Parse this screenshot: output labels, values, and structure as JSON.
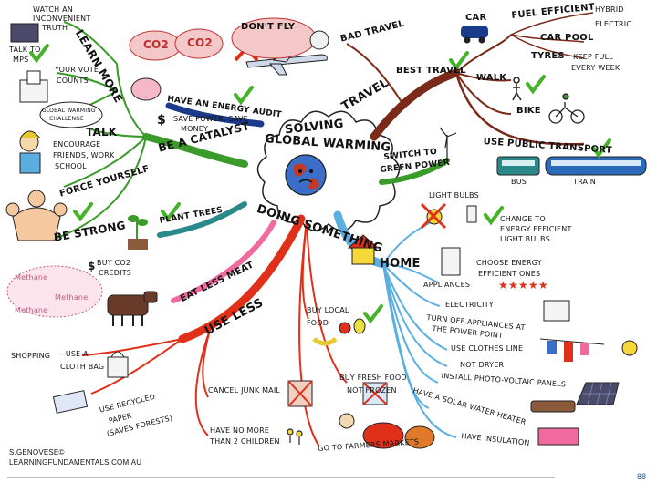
{
  "center": {
    "line1": "SOLVING",
    "line2": "GLOBAL WARMING",
    "line3": "DOING SOMETHING"
  },
  "branches": {
    "travel": {
      "label": "TRAVEL",
      "bad_travel": "BAD TRAVEL",
      "dont_fly": "DON'T FLY",
      "co2_a": "CO2",
      "co2_b": "CO2",
      "best_travel": "BEST TRAVEL",
      "car": "CAR",
      "fuel_efficient": "FUEL EFFICIENT",
      "hybrid": "HYBRID",
      "electric": "ELECTRIC",
      "car_pool": "CAR POOL",
      "tyres": "TYRES",
      "keep_full": "KEEP FULL",
      "every_week": "EVERY WEEK",
      "walk": "WALK",
      "bike": "BIKE",
      "public_transport": "USE PUBLIC TRANSPORT",
      "bus": "BUS",
      "train": "TRAIN"
    },
    "switch": {
      "line1": "SWITCH TO",
      "line2": "GREEN POWER"
    },
    "home": {
      "label": "HOME",
      "light_bulbs": "LIGHT BULBS",
      "change_bulbs_1": "CHANGE TO",
      "change_bulbs_2": "ENERGY EFFICIENT",
      "change_bulbs_3": "LIGHT BULBS",
      "appliances": "APPLIANCES",
      "choose_1": "CHOOSE ENERGY",
      "choose_2": "EFFICIENT ONES",
      "stars": "★★★★★",
      "electricity": "ELECTRICITY",
      "turn_off_1": "TURN OFF APPLIANCES AT",
      "turn_off_2": "THE POWER POINT",
      "clothes_line": "USE CLOTHES LINE",
      "not_dryer": "NOT DRYER",
      "pv": "INSTALL PHOTO-VOLTAIC PANELS",
      "solar_water": "HAVE A SOLAR WATER HEATER",
      "insulation": "HAVE INSULATION"
    },
    "use_less": {
      "label": "USE LESS",
      "eat_less_meat": "EAT LESS MEAT",
      "methane_1": "Methane",
      "methane_2": "Methane",
      "methane_3": "Methane",
      "shopping": "SHOPPING",
      "use_a": "- USE A",
      "cloth_bag": "CLOTH BAG",
      "recycled_1": "USE RECYCLED",
      "recycled_2": "PAPER",
      "recycled_3": "(SAVES FORESTS)",
      "junk_mail": "CANCEL JUNK MAIL",
      "children_1": "HAVE NO MORE",
      "children_2": "THAN 2 CHILDREN",
      "buy_local_1": "BUY LOCAL",
      "buy_local_2": "FOOD",
      "fresh_1": "BUY FRESH FOOD",
      "fresh_2": "NOT FROZEN",
      "farmers": "GO TO FARMERS MARKETS"
    },
    "catalyst": {
      "label": "BE A CATALYST",
      "talk": "TALK",
      "encourage_1": "ENCOURAGE",
      "encourage_2": "FRIENDS, WORK",
      "encourage_3": "SCHOOL",
      "force_yourself": "FORCE YOURSELF",
      "be_strong": "BE STRONG",
      "learn_more": "LEARN MORE",
      "watch_1": "WATCH AN",
      "watch_2": "INCONVENIENT",
      "watch_3": "TRUTH",
      "talk_mps_1": "TALK TO",
      "talk_mps_2": "MPS",
      "vote_1": "YOUR VOTE",
      "vote_2": "COUNTS",
      "bubble_1": "GLOBAL WARMING",
      "bubble_2": "CHALLENGE"
    },
    "energy_audit": {
      "label": "HAVE AN ENERGY AUDIT",
      "save_1": "SAVE POWER, SAVE",
      "save_2": "MONEY"
    },
    "plant_trees": {
      "label": "PLANT TREES",
      "credits_1": "BUY CO2",
      "credits_2": "CREDITS"
    }
  },
  "footer": {
    "author": "S.GENOVESE©",
    "site": "LEARNINGFUNDAMENTALS.COM.AU",
    "page": "88"
  },
  "colors": {
    "travel": "#7a2a18",
    "home": "#5aaee0",
    "green": "#3a9a2a",
    "red": "#e0301a",
    "pink": "#f06aa0",
    "navy": "#1a3a8a",
    "teal": "#2a8a8a",
    "check": "#46b22a"
  }
}
